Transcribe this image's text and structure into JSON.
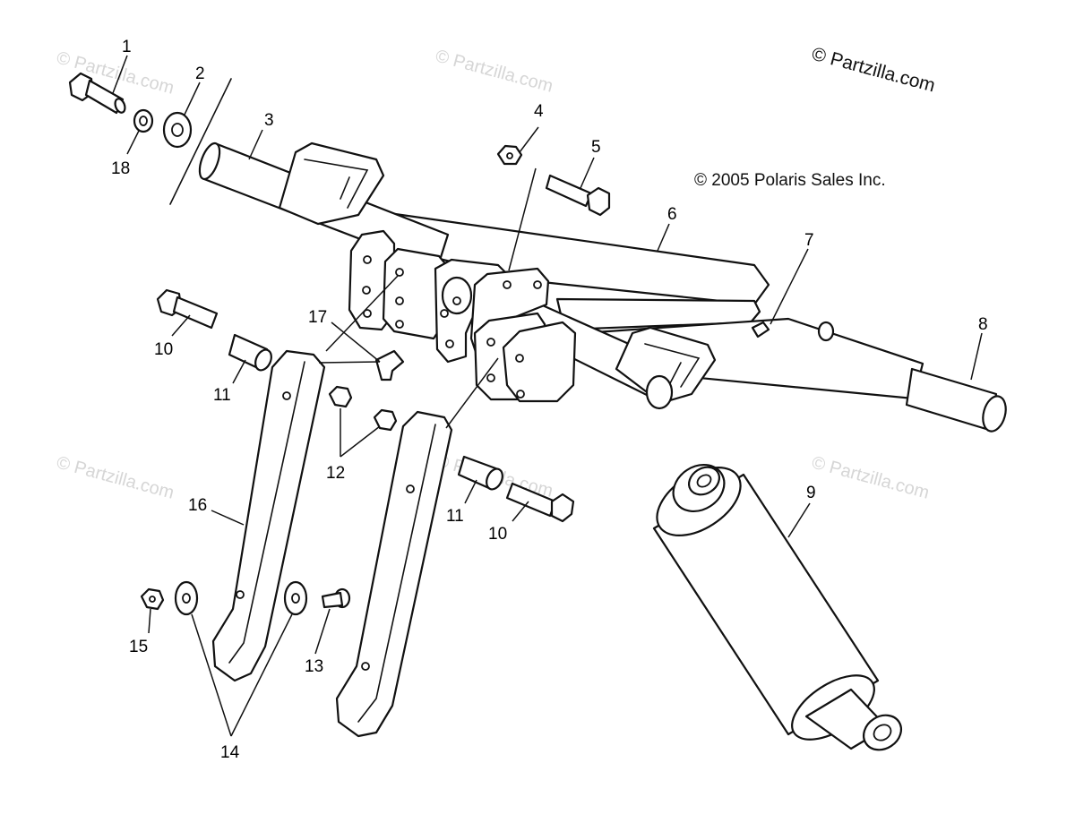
{
  "watermark": "© Partzilla.com",
  "brand_mark": "© Partzilla.com",
  "copyright": "© 2005 Polaris Sales Inc.",
  "callouts": {
    "c1": "1",
    "c2": "2",
    "c3": "3",
    "c4": "4",
    "c5": "5",
    "c6": "6",
    "c7": "7",
    "c8": "8",
    "c9": "9",
    "c10a": "10",
    "c10b": "10",
    "c11a": "11",
    "c11b": "11",
    "c12": "12",
    "c13": "13",
    "c14": "14",
    "c15": "15",
    "c16": "16",
    "c17": "17",
    "c18": "18"
  }
}
